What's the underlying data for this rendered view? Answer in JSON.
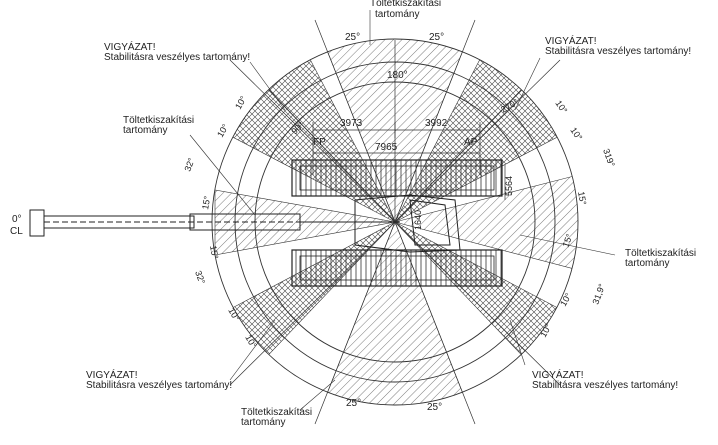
{
  "annotations": {
    "top_region": [
      "Töltetkiszakítási",
      "tartomány"
    ],
    "left_region": [
      "Töltetkiszakítási",
      "tartomány"
    ],
    "right_region": [
      "Töltetkiszakítási",
      "tartomány"
    ],
    "bottom_region": [
      "Töltetkiszakítási",
      "tartomány"
    ],
    "warn_tl": [
      "VIGYÁZAT!",
      "Stabilitásra veszélyes tartomány!"
    ],
    "warn_tr": [
      "VIGYÁZAT!",
      "Stabilitásra veszélyes tartomány!"
    ],
    "warn_bl": [
      "VIGYÁZAT!",
      "Stabilitásra veszélyes tartomány!"
    ],
    "warn_br": [
      "VIGYÁZAT!",
      "Stabilitásra veszélyes tartomány!"
    ]
  },
  "dimensions": {
    "left_span": "3973",
    "right_span": "3992",
    "total_span": "7965",
    "fp": "FP",
    "ap": "AP",
    "side": "5564",
    "center": "1640"
  },
  "angles": {
    "top_left": "25°",
    "top_right": "25°",
    "top_center": "180°",
    "bottom_left": "25°",
    "bottom_right": "25°",
    "ul_10": "10°",
    "ul_10b": "10°",
    "ul_90": "90°",
    "ur_270": "270°",
    "ur_10": "10°",
    "ur_10b": "10°",
    "right_319": "319°",
    "right_15": "15°",
    "right_15b": "15°",
    "right_319b": "31,9°",
    "left_32": "32°",
    "left_15": "15°",
    "left_15b": "15°",
    "left_32b": "32°",
    "bl_10": "10°",
    "bl_10b": "10°",
    "br_10": "10°",
    "br_10b": "10°",
    "zero": "0°",
    "cl": "CL"
  }
}
